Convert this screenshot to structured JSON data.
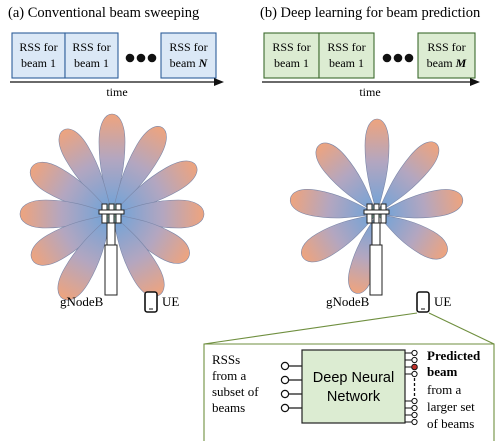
{
  "panel_a": {
    "title": "(a) Conventional beam sweeping",
    "boxes": [
      {
        "line1": "RSS for",
        "line2": "beam 1",
        "emph": ""
      },
      {
        "line1": "RSS for",
        "line2": "beam 1",
        "emph": ""
      },
      {
        "line1": "RSS for",
        "line2": "beam ",
        "emph": "N"
      }
    ],
    "time_label": "time",
    "station_label": "gNodeB",
    "ue_label": "UE",
    "box_fill": "#dbe8f6",
    "box_stroke": "#2f5f9a"
  },
  "panel_b": {
    "title": "(b) Deep learning for beam prediction",
    "boxes": [
      {
        "line1": "RSS for",
        "line2": "beam 1",
        "emph": ""
      },
      {
        "line1": "RSS for",
        "line2": "beam 1",
        "emph": ""
      },
      {
        "line1": "RSS for",
        "line2": "beam ",
        "emph": "M"
      }
    ],
    "time_label": "time",
    "station_label": "gNodeB",
    "ue_label": "UE",
    "box_fill": "#dcecd2",
    "box_stroke": "#3d6b2e"
  },
  "inset": {
    "input_label_lines": [
      "RSSs",
      "from a",
      "subset of",
      "beams"
    ],
    "network_label_lines": [
      "Deep Neural",
      "Network"
    ],
    "output_bold_lines": [
      "Predicted",
      "beam"
    ],
    "output_label_lines": [
      "from a",
      "larger set",
      "of beams"
    ],
    "network_fill": "#dcecd2",
    "frame_stroke": "#6f8f3f",
    "highlight_color": "#c0302a"
  },
  "beam_colors": {
    "tip": "#e8a682",
    "base": "#6f9ad0",
    "mid": "#a7a4c4",
    "joint": "#8fcf73"
  },
  "icons": [
    "antenna-array-icon",
    "smartphone-icon",
    "ellipsis-icon",
    "arrow-right-icon"
  ]
}
